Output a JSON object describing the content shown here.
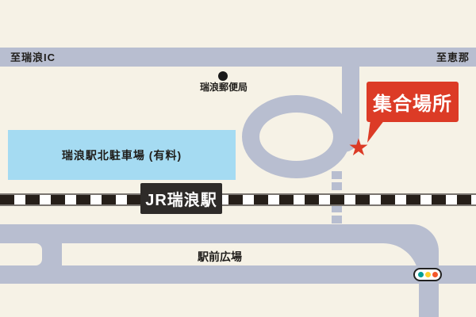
{
  "map": {
    "title_context": "station-access-map",
    "labels": {
      "top_left_destination": "至瑞浪IC",
      "top_right_destination": "至恵那",
      "post_office": "瑞浪郵便局",
      "parking": "瑞浪駅北駐車場 (有料)",
      "station": "JR瑞浪駅",
      "plaza": "駅前広場",
      "meeting_point": "集合場所",
      "star_glyph": "★"
    },
    "icons": {
      "post_office_dot": "poi-dot",
      "meeting_star": "red-star",
      "traffic_light": "traffic-light-green-yellow-red"
    },
    "colors": {
      "background": "#f6f2e6",
      "road": "#b8bed0",
      "parking": "#a5dbf2",
      "accent-red": "#dc3b26",
      "railway-dark": "#261f19",
      "rail-line": "#7a7570",
      "station-box": "#2e2b29",
      "text-dark": "#1f1d1a",
      "light-green": "#009e96",
      "light-yellow": "#fdd02c",
      "light-red": "#f3572b"
    }
  }
}
